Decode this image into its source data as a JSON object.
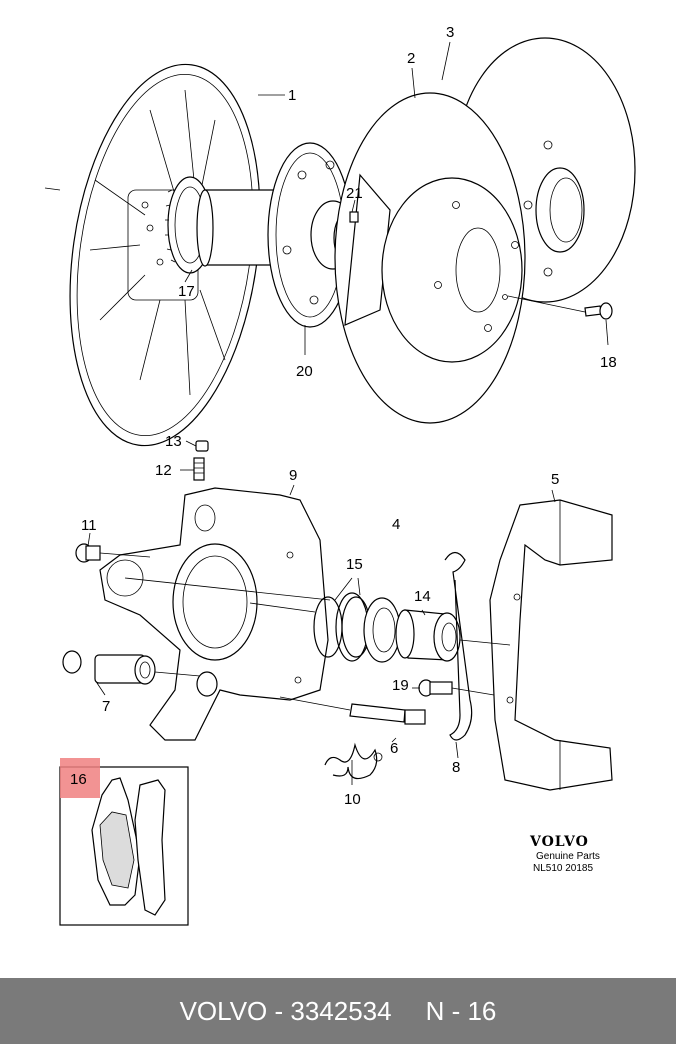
{
  "callouts": {
    "c1": "1",
    "c2": "2",
    "c3": "3",
    "c4": "4",
    "c5": "5",
    "c6": "6",
    "c7": "7",
    "c8": "8",
    "c9": "9",
    "c10": "10",
    "c11": "11",
    "c12": "12",
    "c13": "13",
    "c14": "14",
    "c15": "15",
    "c16": "16",
    "c17": "17",
    "c18": "18",
    "c19": "19",
    "c20": "20",
    "c21": "21"
  },
  "brand": {
    "logo": "VOLVO",
    "line1": "Genuine Parts",
    "line2": "NL510 20185"
  },
  "footer": {
    "part_label": "VOLVO - 3342534",
    "position_label": "N - 16"
  },
  "colors": {
    "footer_bg": "#7a7a7a",
    "highlight": "#f08080"
  }
}
